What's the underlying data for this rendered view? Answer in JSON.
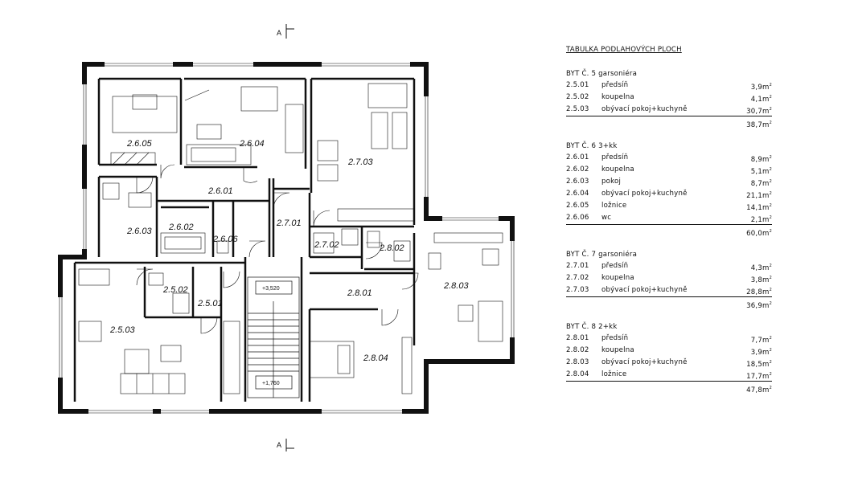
{
  "plan": {
    "rooms": [
      {
        "id": "r-2-6-05",
        "label": "2.6.05"
      },
      {
        "id": "r-2-6-04",
        "label": "2.6.04"
      },
      {
        "id": "r-2-7-03",
        "label": "2.7.03"
      },
      {
        "id": "r-2-6-01",
        "label": "2.6.01"
      },
      {
        "id": "r-2-6-02",
        "label": "2.6.02"
      },
      {
        "id": "r-2-6-06",
        "label": "2.6.06"
      },
      {
        "id": "r-2-6-03",
        "label": "2.6.03"
      },
      {
        "id": "r-2-7-01",
        "label": "2.7.01"
      },
      {
        "id": "r-2-7-02",
        "label": "2.7.02"
      },
      {
        "id": "r-2-8-02",
        "label": "2.8.02"
      },
      {
        "id": "r-2-8-03",
        "label": "2.8.03"
      },
      {
        "id": "r-2-5-02",
        "label": "2.5.02"
      },
      {
        "id": "r-2-5-01",
        "label": "2.5.01"
      },
      {
        "id": "r-2-8-01",
        "label": "2.8.01"
      },
      {
        "id": "r-2-5-03",
        "label": "2.5.03"
      },
      {
        "id": "r-2-8-04",
        "label": "2.8.04"
      }
    ],
    "levels": [
      "+3,520",
      "+1,760"
    ],
    "section_marks": [
      "A",
      "A"
    ]
  },
  "schedule": {
    "title": "TABULKA PODLAHOVÝCH PLOCH",
    "apartments": [
      {
        "title": "BYT Č. 5 garsoniéra",
        "rows": [
          {
            "code": "2.5.01",
            "name": "předsíň",
            "area": "3,9m"
          },
          {
            "code": "2.5.02",
            "name": "koupelna",
            "area": "4,1m"
          },
          {
            "code": "2.5.03",
            "name": "obývací pokoj+kuchyně",
            "area": "30,7m"
          }
        ],
        "total": "38,7m"
      },
      {
        "title": "BYT Č. 6 3+kk",
        "rows": [
          {
            "code": "2.6.01",
            "name": "předsíň",
            "area": "8,9m"
          },
          {
            "code": "2.6.02",
            "name": "koupelna",
            "area": "5,1m"
          },
          {
            "code": "2.6.03",
            "name": "pokoj",
            "area": "8,7m"
          },
          {
            "code": "2.6.04",
            "name": "obývací pokoj+kuchyně",
            "area": "21,1m"
          },
          {
            "code": "2.6.05",
            "name": "ložnice",
            "area": "14,1m"
          },
          {
            "code": "2.6.06",
            "name": "wc",
            "area": "2,1m"
          }
        ],
        "total": "60,0m"
      },
      {
        "title": "BYT Č. 7 garsoniéra",
        "rows": [
          {
            "code": "2.7.01",
            "name": "předsíň",
            "area": "4,3m"
          },
          {
            "code": "2.7.02",
            "name": "koupelna",
            "area": "3,8m"
          },
          {
            "code": "2.7.03",
            "name": "obývací pokoj+kuchyně",
            "area": "28,8m"
          }
        ],
        "total": "36,9m"
      },
      {
        "title": "BYT Č. 8 2+kk",
        "rows": [
          {
            "code": "2.8.01",
            "name": "předsíň",
            "area": "7,7m"
          },
          {
            "code": "2.8.02",
            "name": "koupelna",
            "area": "3,9m"
          },
          {
            "code": "2.8.03",
            "name": "obývací pokoj+kuchyně",
            "area": "18,5m"
          },
          {
            "code": "2.8.04",
            "name": "ložnice",
            "area": "17,7m"
          }
        ],
        "total": "47,8m"
      }
    ],
    "area_exponent": "2"
  }
}
